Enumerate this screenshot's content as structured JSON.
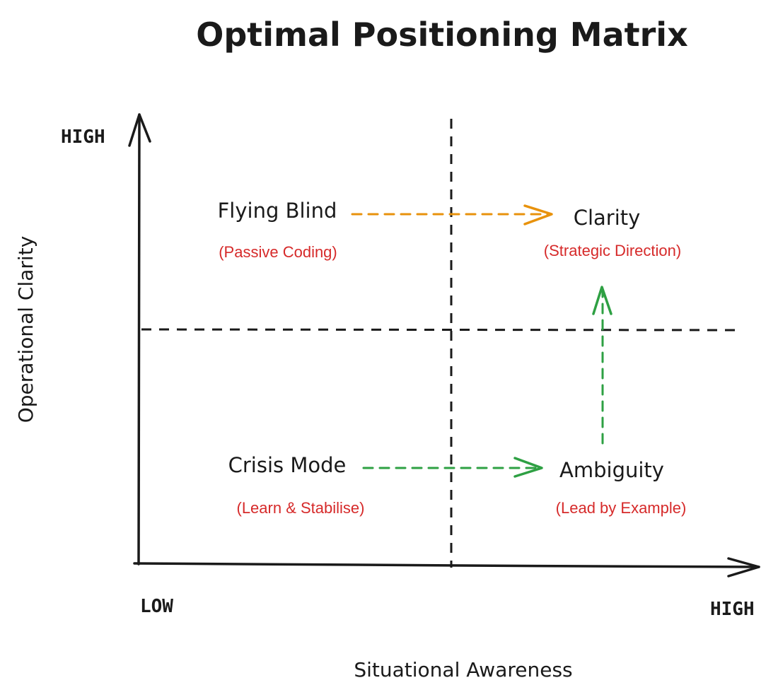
{
  "title": "Optimal Positioning Matrix",
  "x_axis": {
    "label": "Situational Awareness",
    "low_label": "LOW",
    "high_label": "HIGH"
  },
  "y_axis": {
    "label": "Operational Clarity",
    "high_label": "HIGH"
  },
  "quadrants": {
    "top_left": {
      "title": "Flying Blind",
      "subtitle": "(Passive Coding)"
    },
    "top_right": {
      "title": "Clarity",
      "subtitle": "(Strategic Direction)"
    },
    "bottom_left": {
      "title": "Crisis Mode",
      "subtitle": "(Learn & Stabilise)"
    },
    "bottom_right": {
      "title": "Ambiguity",
      "subtitle": "(Lead by Example)"
    }
  },
  "colors": {
    "ink": "#1a1a1a",
    "subtitle": "#d62a2a",
    "orange_arrow": "#e8920c",
    "green_arrow": "#2ea043"
  },
  "arrows": [
    {
      "from": "Flying Blind",
      "to": "Clarity",
      "color": "orange"
    },
    {
      "from": "Crisis Mode",
      "to": "Ambiguity",
      "color": "green"
    },
    {
      "from": "Ambiguity",
      "to": "Clarity",
      "color": "green"
    }
  ]
}
